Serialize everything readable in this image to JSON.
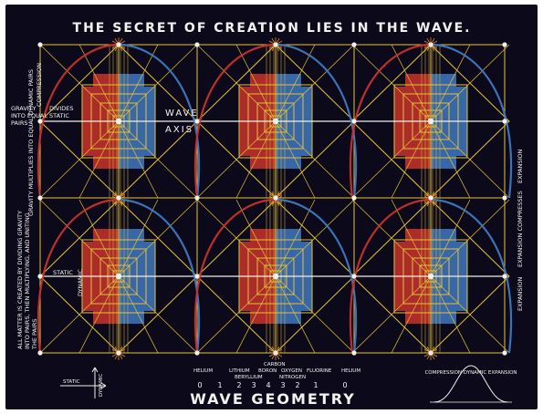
{
  "title": "THE SECRET OF CREATION LIES IN THE WAVE.",
  "footer_title": "WAVE GEOMETRY",
  "labels": {
    "compression": "COMPRESSION",
    "gravity_line1": "GRAVITY",
    "gravity_line2": "INTO EQUAL",
    "gravity_line3": "PAIRS",
    "divides_line1": "DIVIDES",
    "divides_line2": "STATIC",
    "wave": "WAVE",
    "axis": "AXIS",
    "gravity_multiplies": "GRAVITY MULTIPLIES INTO EQUAL DYNAMIC PAIRS",
    "all_matter_line1": "ALL MATTER IS CREATED BY DIVIDING GRAVITY",
    "all_matter_line2": "INTO PAIRS, THEN MULTIPLYING, AND UNITING",
    "all_matter_line3": "THE PAIRS",
    "static": "STATIC",
    "dynamic": "DYNAMIC",
    "expansion_top": "EXPANSION",
    "expansion_compresses": "EXPANSION COMPRESSES",
    "expansion_bottom": "EXPANSION",
    "key_static": "STATIC",
    "key_dynamic": "DYNAMIC",
    "small_arc": "COMPRESSION DYNAMIC EXPANSION"
  },
  "elements": {
    "helium_left": "HELIUM",
    "lithium": "LITHIUM",
    "beryllium": "BERYLLIUM",
    "carbon": "CARBON",
    "boron": "BORON",
    "oxygen": "OXYGEN",
    "nitrogen": "NITROGEN",
    "fluorine": "FLUORINE",
    "helium_right": "HELIUM"
  },
  "scale_numbers": [
    "0",
    "1",
    "2",
    "3",
    "4",
    "3",
    "2",
    "1",
    "0"
  ],
  "colors": {
    "background": "#0c0a1a",
    "red": "#c8322c",
    "blue": "#3f78c0",
    "yellow": "#e6c23a",
    "chalk": "#f2f0ea",
    "orange": "#e08a2a"
  }
}
